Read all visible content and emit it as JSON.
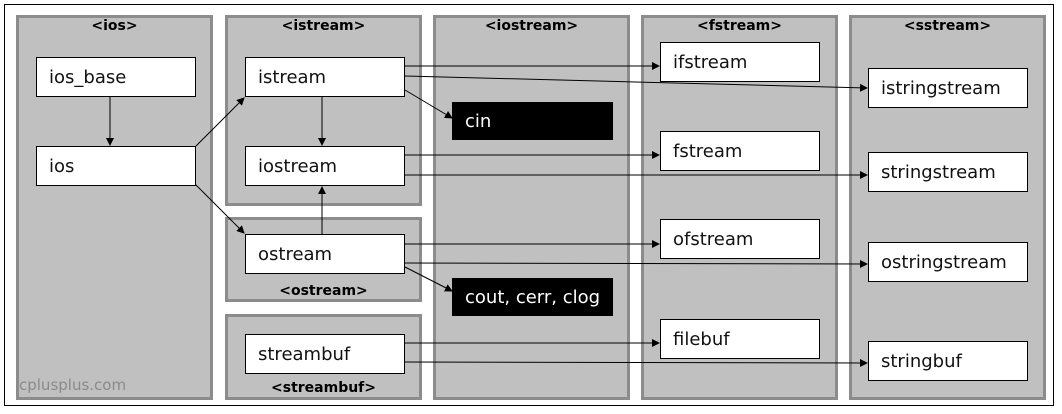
{
  "groups": {
    "ios": "<ios>",
    "istream": "<istream>",
    "ostream": "<ostream>",
    "streambuf": "<streambuf>",
    "iostream": "<iostream>",
    "fstream": "<fstream>",
    "sstream": "<sstream>"
  },
  "classes": {
    "ios_base": "ios_base",
    "ios": "ios",
    "istream": "istream",
    "iostream": "iostream",
    "ostream": "ostream",
    "streambuf": "streambuf",
    "cin": "cin",
    "cout_cerr_clog": "cout, cerr, clog",
    "ifstream": "ifstream",
    "fstream": "fstream",
    "ofstream": "ofstream",
    "filebuf": "filebuf",
    "istringstream": "istringstream",
    "stringstream": "stringstream",
    "ostringstream": "ostringstream",
    "stringbuf": "stringbuf"
  },
  "watermark": "cplusplus.com"
}
